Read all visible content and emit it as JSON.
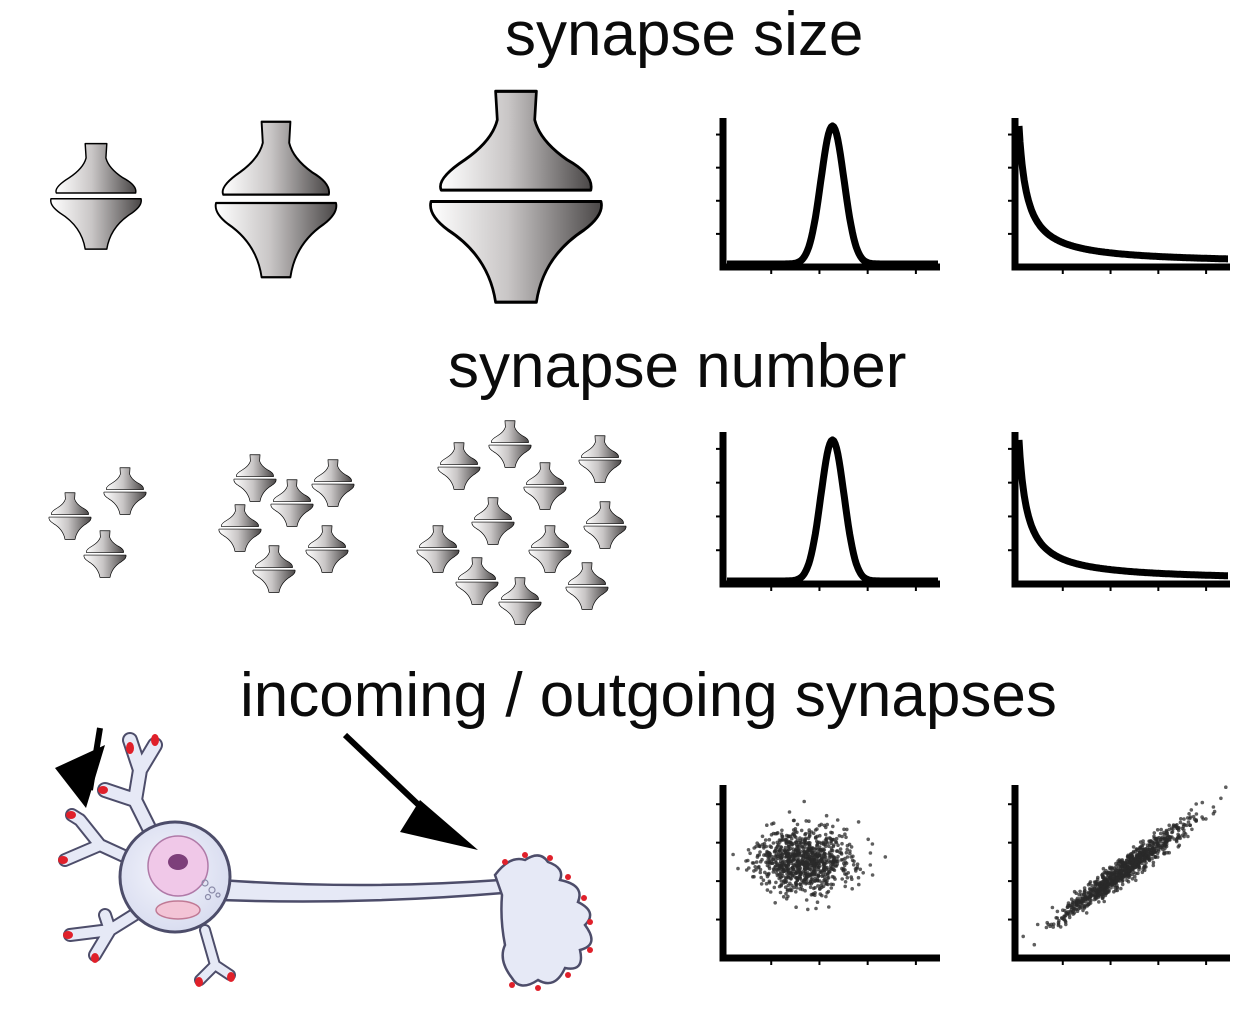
{
  "headings": {
    "size": "synapse size",
    "number": "synapse number",
    "io": "incoming / outgoing synapses"
  },
  "colors": {
    "synapse_light": "#ffffff",
    "synapse_dark": "#4a4747",
    "neuron_fill": "#e6e9f6",
    "neuron_outline": "#4d4d6a",
    "nucleus": "#f0c8e8",
    "nucleolus": "#7d3f7a",
    "terminal": "#e0202a",
    "ink": "#000000",
    "scatter_point": "#2a2a2a"
  },
  "icons": [
    "synapse-icon",
    "neuron-icon",
    "arrow-icon"
  ],
  "chart_data": [
    {
      "type": "line",
      "row": "synapse size",
      "distribution": "normal",
      "x": [
        0,
        1,
        2,
        3,
        4,
        5,
        6,
        7,
        8,
        9,
        10
      ],
      "y": [
        0,
        0,
        0,
        0.02,
        0.4,
        1,
        0.4,
        0.02,
        0,
        0,
        0
      ]
    },
    {
      "type": "line",
      "row": "synapse size",
      "distribution": "heavy-tailed",
      "x": [
        0,
        1,
        2,
        3,
        4,
        5,
        6,
        7,
        8,
        9,
        10
      ],
      "y": [
        1,
        0.28,
        0.14,
        0.09,
        0.06,
        0.045,
        0.035,
        0.028,
        0.022,
        0.018,
        0.015
      ]
    },
    {
      "type": "line",
      "row": "synapse number",
      "distribution": "normal",
      "x": [
        0,
        1,
        2,
        3,
        4,
        5,
        6,
        7,
        8,
        9,
        10
      ],
      "y": [
        0,
        0,
        0,
        0.02,
        0.4,
        1,
        0.4,
        0.02,
        0,
        0,
        0
      ]
    },
    {
      "type": "line",
      "row": "synapse number",
      "distribution": "heavy-tailed",
      "x": [
        0,
        1,
        2,
        3,
        4,
        5,
        6,
        7,
        8,
        9,
        10
      ],
      "y": [
        1,
        0.28,
        0.14,
        0.09,
        0.06,
        0.045,
        0.035,
        0.028,
        0.022,
        0.018,
        0.015
      ]
    },
    {
      "type": "scatter",
      "row": "incoming / outgoing synapses",
      "correlation": 0.0
    },
    {
      "type": "scatter",
      "row": "incoming / outgoing synapses",
      "correlation": 0.9
    }
  ]
}
